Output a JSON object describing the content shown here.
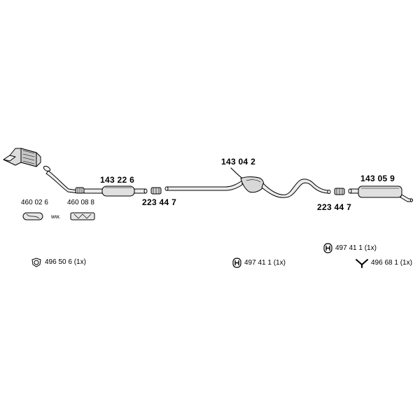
{
  "parts": {
    "muffler_front_number": "143 22 6",
    "clamp_1_number": "223 44 7",
    "center_muffler_number": "143 04 2",
    "clamp_2_number": "223 44 7",
    "rear_muffler_number": "143 05 9",
    "option_a_number": "460 02 6",
    "option_b_number": "460 08 8",
    "alternative_marker": "ww."
  },
  "hardware": {
    "gasket": {
      "label": "496 50 6 (1x)",
      "icon": "gasket-ring-icon"
    },
    "hanger_center": {
      "label": "497 41 1 (1x)",
      "icon": "rubber-hanger-icon"
    },
    "hanger_rear": {
      "label": "497 41 1 (1x)",
      "icon": "rubber-hanger-icon"
    },
    "bracket": {
      "label": "496 68 1 (1x)",
      "icon": "y-bracket-icon"
    }
  },
  "colors": {
    "line": "#000000",
    "fill": "#e6e6e6",
    "shade": "#bdbdbd",
    "background": "#ffffff"
  }
}
